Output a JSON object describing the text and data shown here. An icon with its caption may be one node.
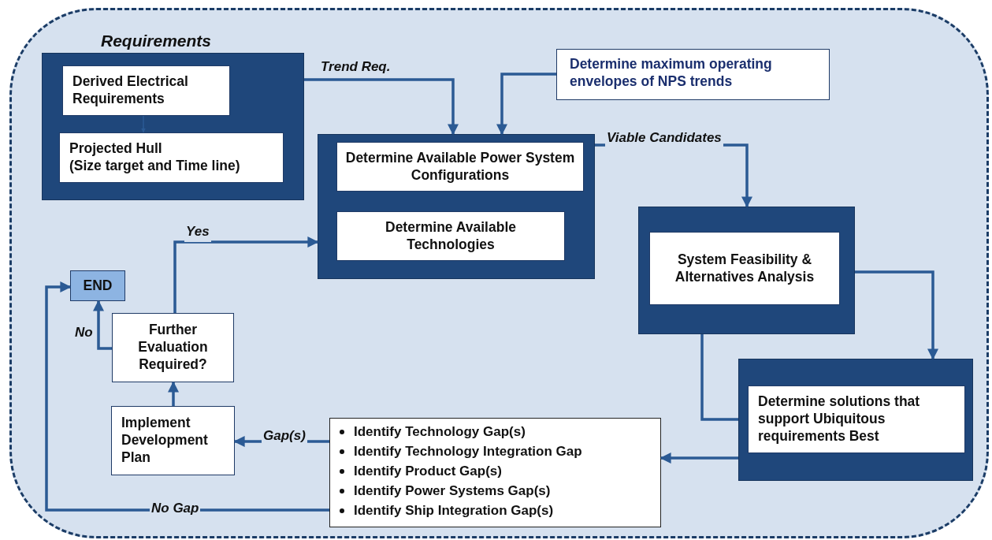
{
  "diagram": {
    "nodes": [
      {
        "text": [
          "Requirements"
        ]
      },
      {
        "text": [
          "Derived Electrical Requirements"
        ],
        "in": 0
      },
      {
        "text": [
          "Projected Hull",
          "(Size target and Time line)"
        ],
        "in": 0
      },
      {
        "text": [
          "Determine maximum operating envelopes of NPS trends"
        ]
      },
      {
        "text": [],
        "shape": "box"
      },
      {
        "text": [
          "Determine Available Power System Configurations"
        ],
        "in": 4
      },
      {
        "text": [
          "Determine Available Technologies"
        ],
        "in": 4
      },
      {
        "text": [],
        "shape": "box"
      },
      {
        "text": [
          "System Feasibility & Alternatives Analysis"
        ],
        "in": 7
      },
      {
        "text": [],
        "shape": "box"
      },
      {
        "text": [
          "Determine solutions that support Ubiquitous requirements Best"
        ],
        "in": 9
      },
      {
        "text": [
          "Identify Technology Gap(s)",
          "Identify Technology Integration Gap",
          "Identify Product Gap(s)",
          "Identify Power Systems Gap(s)",
          "Identify Ship Integration Gap(s)"
        ]
      },
      {
        "text": [
          "Implement Development Plan"
        ]
      },
      {
        "text": [
          "Further Evaluation Required?"
        ]
      },
      {
        "text": [
          "END"
        ]
      }
    ],
    "edges": [
      {
        "from": 1,
        "to": 2,
        "arrow": "to"
      },
      {
        "from": 0,
        "to": 4,
        "arrow": "to",
        "label": "Trend Req."
      },
      {
        "from": 3,
        "to": 4,
        "arrow": "to"
      },
      {
        "from": 4,
        "to": 7,
        "arrow": "to",
        "label": "Viable Candidates"
      },
      {
        "from": 7,
        "to": 9,
        "arrow": "to"
      },
      {
        "from": 7,
        "to": 9,
        "arrow": "none"
      },
      {
        "from": 9,
        "to": 11,
        "arrow": "to"
      },
      {
        "from": 11,
        "to": 12,
        "arrow": "to",
        "label": "Gap(s)"
      },
      {
        "from": 11,
        "to": 14,
        "arrow": "to",
        "label": "No Gap"
      },
      {
        "from": 12,
        "to": 13,
        "arrow": "to"
      },
      {
        "from": 13,
        "to": 14,
        "arrow": "to",
        "label": "No"
      },
      {
        "from": 13,
        "to": 4,
        "arrow": "to",
        "label": "Yes"
      }
    ]
  }
}
